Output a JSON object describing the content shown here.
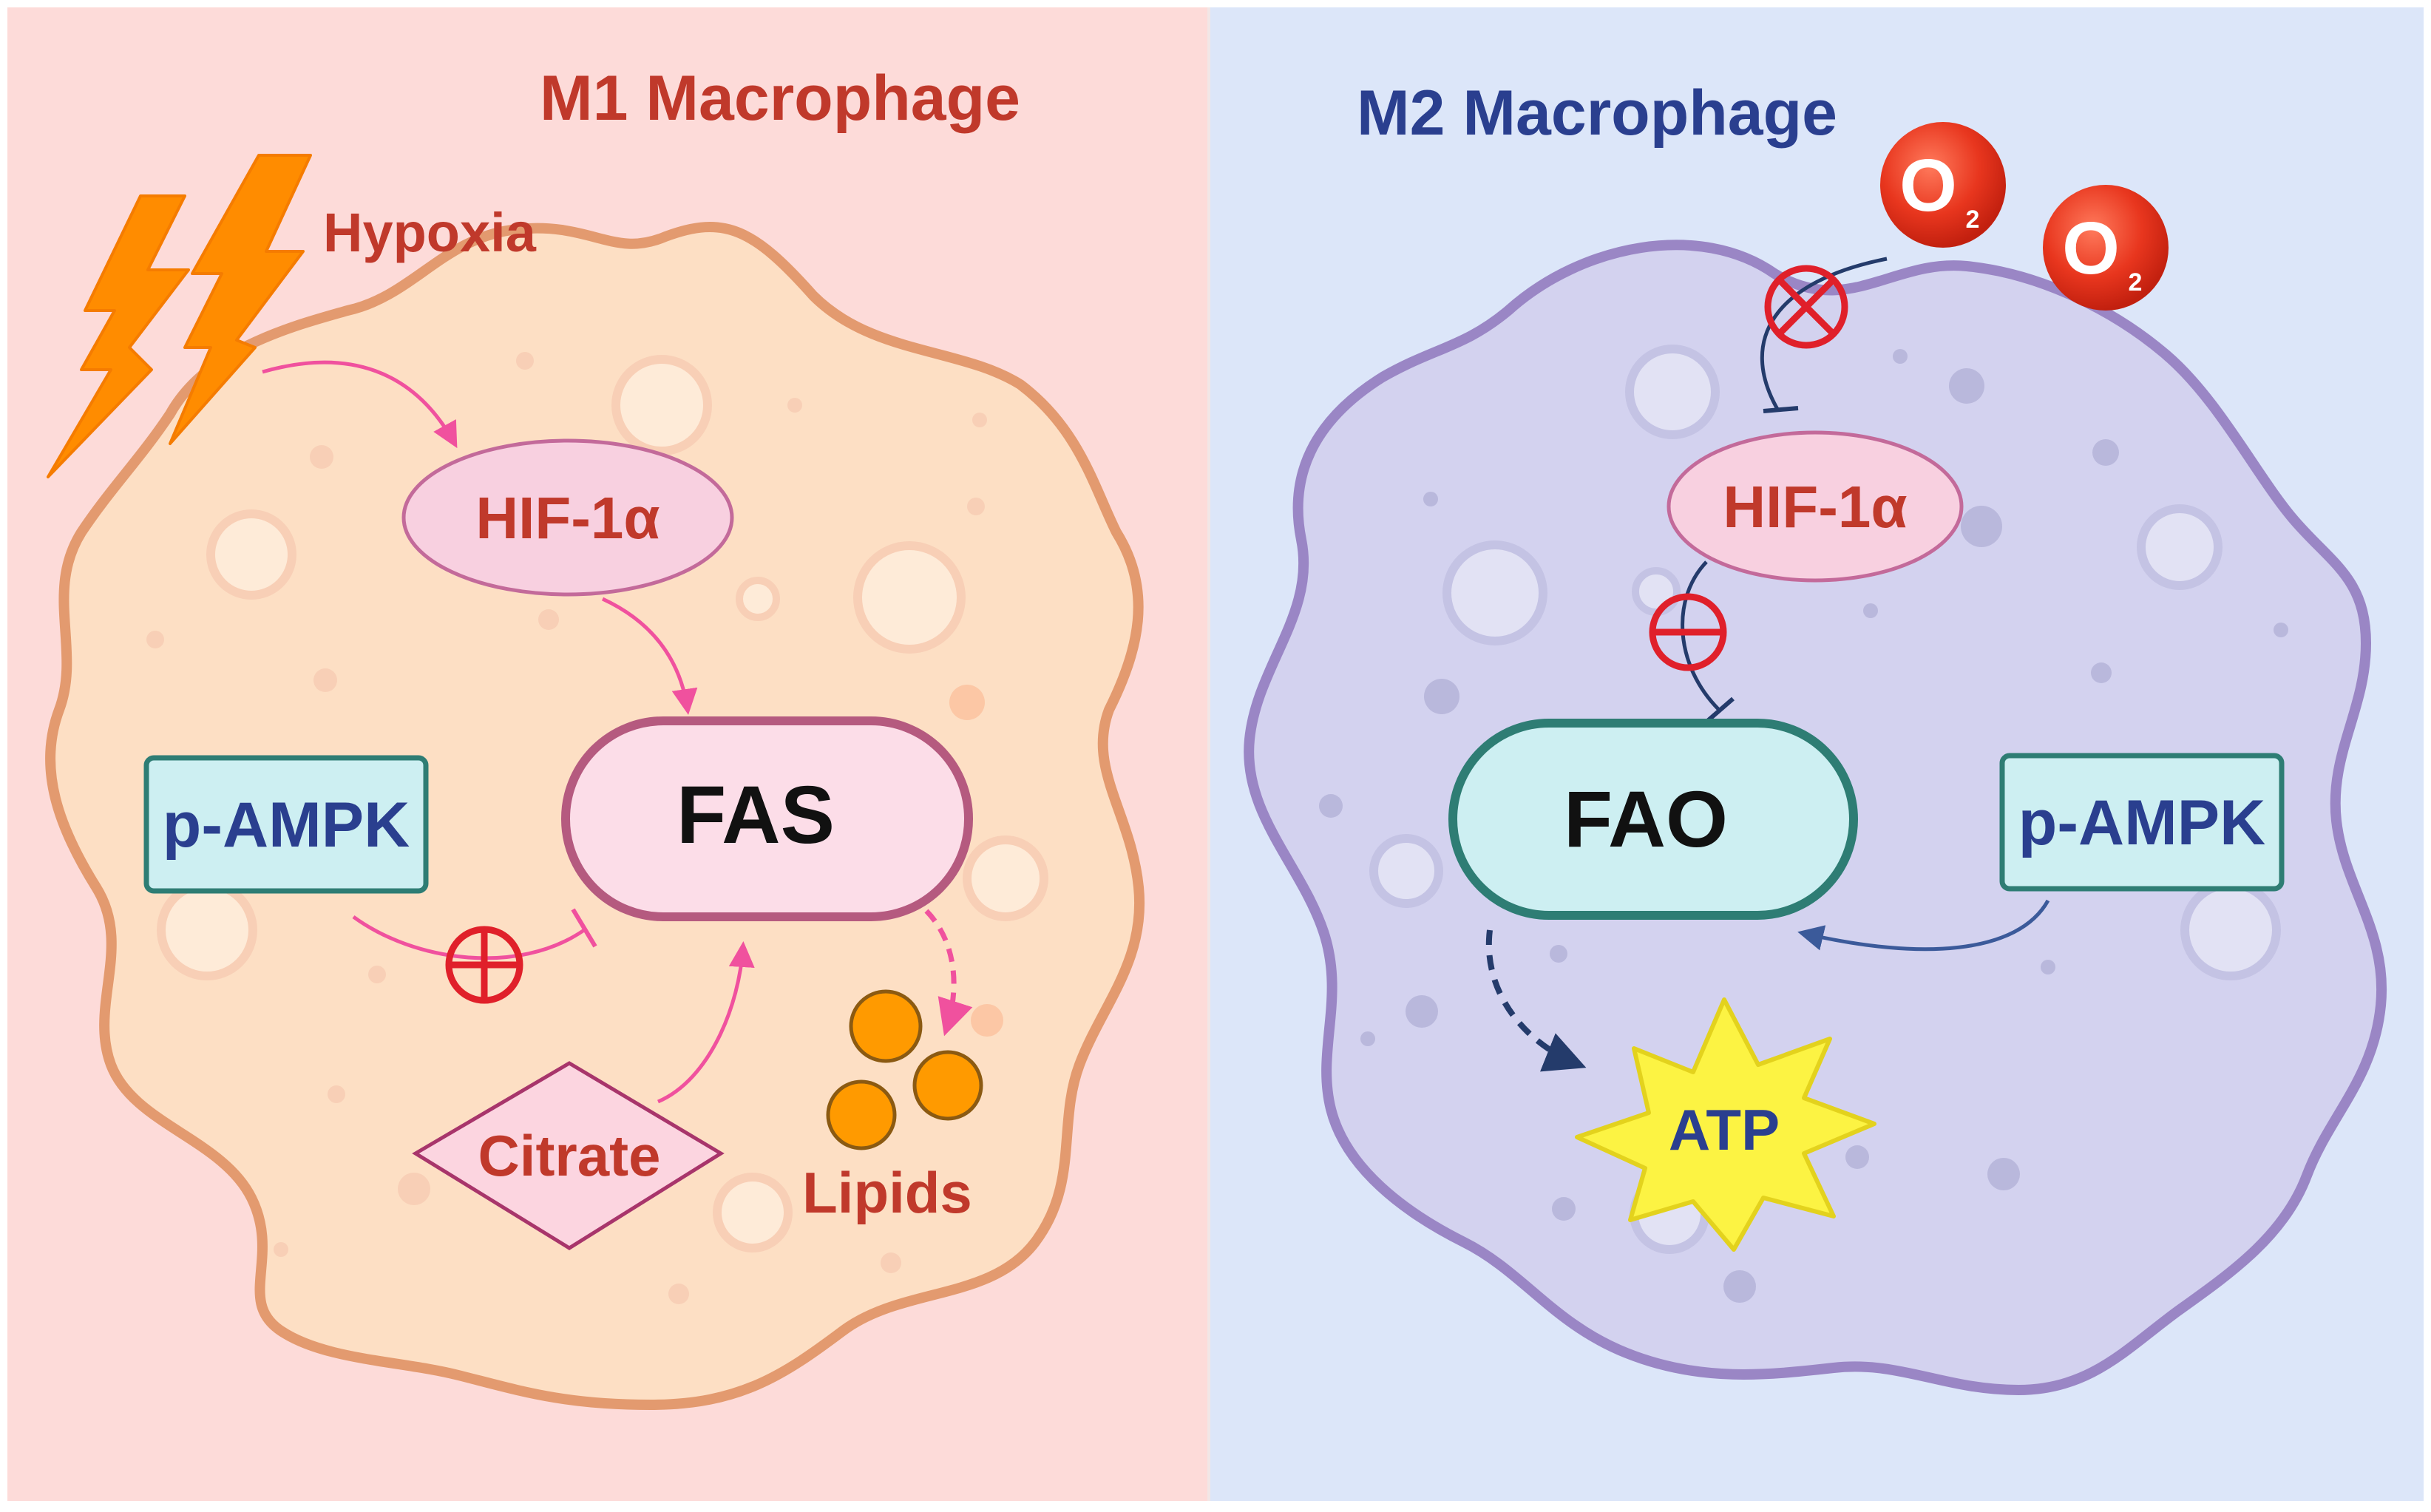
{
  "left_panel": {
    "title": "M1 Macrophage",
    "hypoxia_label": "Hypoxia",
    "hif_label": "HIF-1α",
    "fas_label": "FAS",
    "ampk_label": "p-AMPK",
    "citrate_label": "Citrate",
    "lipids_label": "Lipids",
    "colors": {
      "background": "#FDDBD9",
      "cell_fill": "#FDDFC4",
      "cell_outline": "#E39A6F",
      "title": "#C0392B",
      "arrow": "#F0519E",
      "inhibit": "#E0202A"
    }
  },
  "right_panel": {
    "title": "M2 Macrophage",
    "o2_label_1": "O",
    "o2_sub_1": "2",
    "o2_label_2": "O",
    "o2_sub_2": "2",
    "hif_label": "HIF-1α",
    "fao_label": "FAO",
    "ampk_label": "p-AMPK",
    "atp_label": "ATP",
    "colors": {
      "background": "#DCE6F9",
      "cell_fill": "#D3D2EF",
      "cell_outline": "#9A86C5",
      "title": "#2A3F8F",
      "arrow": "#3B5A9A",
      "inhibit": "#E0202A"
    }
  }
}
